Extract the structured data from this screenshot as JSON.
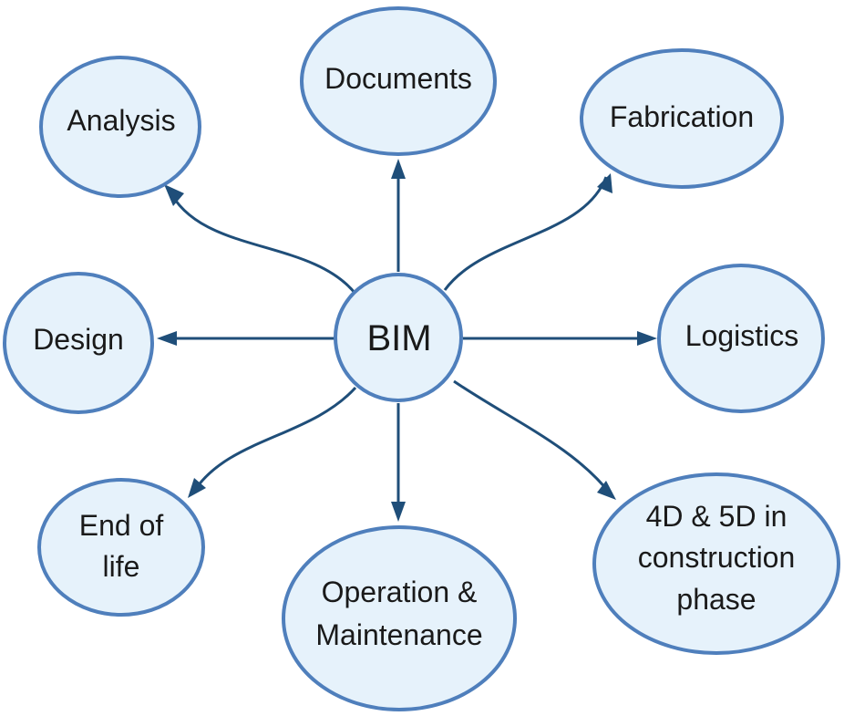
{
  "diagram": {
    "center": {
      "label": "BIM"
    },
    "nodes": {
      "documents": {
        "label": "Documents"
      },
      "analysis": {
        "label": "Analysis"
      },
      "fabrication": {
        "label": "Fabrication"
      },
      "design": {
        "label": "Design"
      },
      "logistics": {
        "label": "Logistics"
      },
      "end_of_life": {
        "lines": [
          "End of",
          "life"
        ]
      },
      "operation_maintenance": {
        "lines": [
          "Operation &",
          "Maintenance"
        ]
      },
      "construction_phase": {
        "lines": [
          "4D & 5D in",
          "construction",
          "phase"
        ]
      }
    }
  },
  "colors": {
    "node_fill": "#e6f2fb",
    "node_stroke": "#4f7fbc",
    "edge": "#1f4e79"
  }
}
